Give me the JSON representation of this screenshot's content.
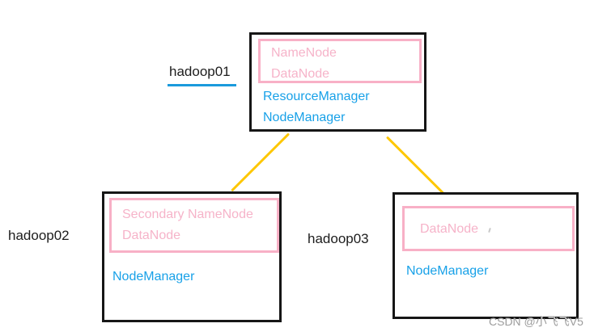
{
  "diagram": {
    "title_implicit": "Hadoop cluster role distribution",
    "nodes": [
      {
        "id": "hadoop01",
        "label": "hadoop01",
        "hdfs_roles": [
          "NameNode",
          "DataNode"
        ],
        "yarn_roles": [
          "ResourceManager",
          "NodeManager"
        ]
      },
      {
        "id": "hadoop02",
        "label": "hadoop02",
        "hdfs_roles": [
          "Secondary NameNode",
          "DataNode"
        ],
        "yarn_roles": [
          "NodeManager"
        ]
      },
      {
        "id": "hadoop03",
        "label": "hadoop03",
        "hdfs_roles": [
          "DataNode"
        ],
        "yarn_roles": [
          "NodeManager"
        ]
      }
    ],
    "edges": [
      {
        "from": "hadoop01",
        "to": "hadoop02"
      },
      {
        "from": "hadoop01",
        "to": "hadoop03"
      }
    ],
    "colors": {
      "hdfs_text": "#f6b3c9",
      "hdfs_border": "#f8b0c6",
      "yarn_text": "#18a1e8",
      "connector": "#fec702",
      "box_border": "#161616",
      "label_text": "#1d1d1d",
      "underline": "#1a9adc",
      "watermark": "#9c9c9c"
    }
  },
  "watermark": {
    "text": "CSDN @小飞飞V5"
  }
}
